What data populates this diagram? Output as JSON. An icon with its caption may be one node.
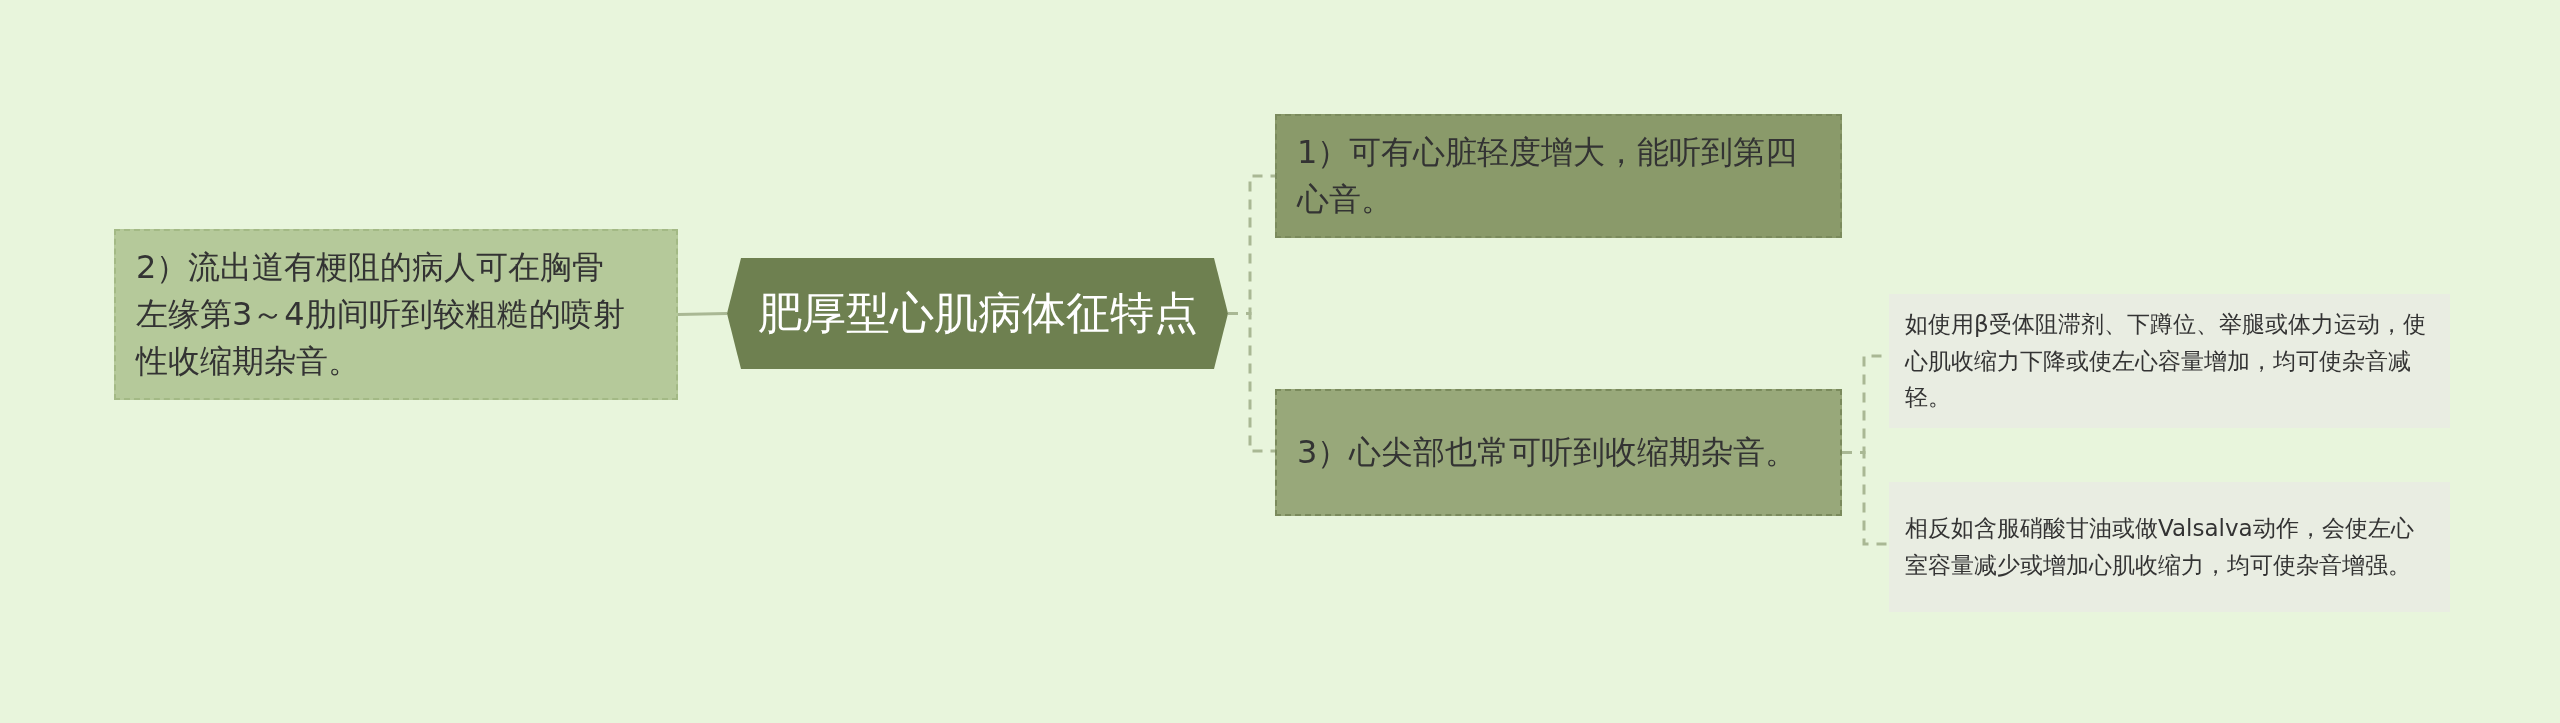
{
  "diagram": {
    "nodes": [
      {
        "text": [
          "肥厚型心肌病体征特点"
        ]
      },
      {
        "text": [
          "2）流出道有梗阻的病人可在胸骨左缘第3～4肋间听到较粗糙的喷射性收缩期杂音。"
        ]
      },
      {
        "text": [
          "1）可有心脏轻度增大，能听到第四心音。"
        ]
      },
      {
        "text": [
          "3）心尖部也常可听到收缩期杂音。"
        ]
      },
      {
        "text": [
          "如使用β受体阻滞剂、下蹲位、举腿或体力运动，使心肌收缩力下降或使左心容量增加，均可使杂音减轻。"
        ]
      },
      {
        "text": [
          "相反如含服硝酸甘油或做Valsalva动作，会使左心室容量减少或增加心肌收缩力，均可使杂音增强。"
        ]
      }
    ],
    "edges": [
      {
        "from": 0,
        "to": 1,
        "arrow": "none"
      },
      {
        "from": 0,
        "to": 2,
        "arrow": "none",
        "style": "dashed"
      },
      {
        "from": 0,
        "to": 3,
        "arrow": "none",
        "style": "dashed"
      },
      {
        "from": 3,
        "to": 4,
        "arrow": "none",
        "style": "dashed"
      },
      {
        "from": 3,
        "to": 5,
        "arrow": "none",
        "style": "dashed"
      }
    ]
  }
}
